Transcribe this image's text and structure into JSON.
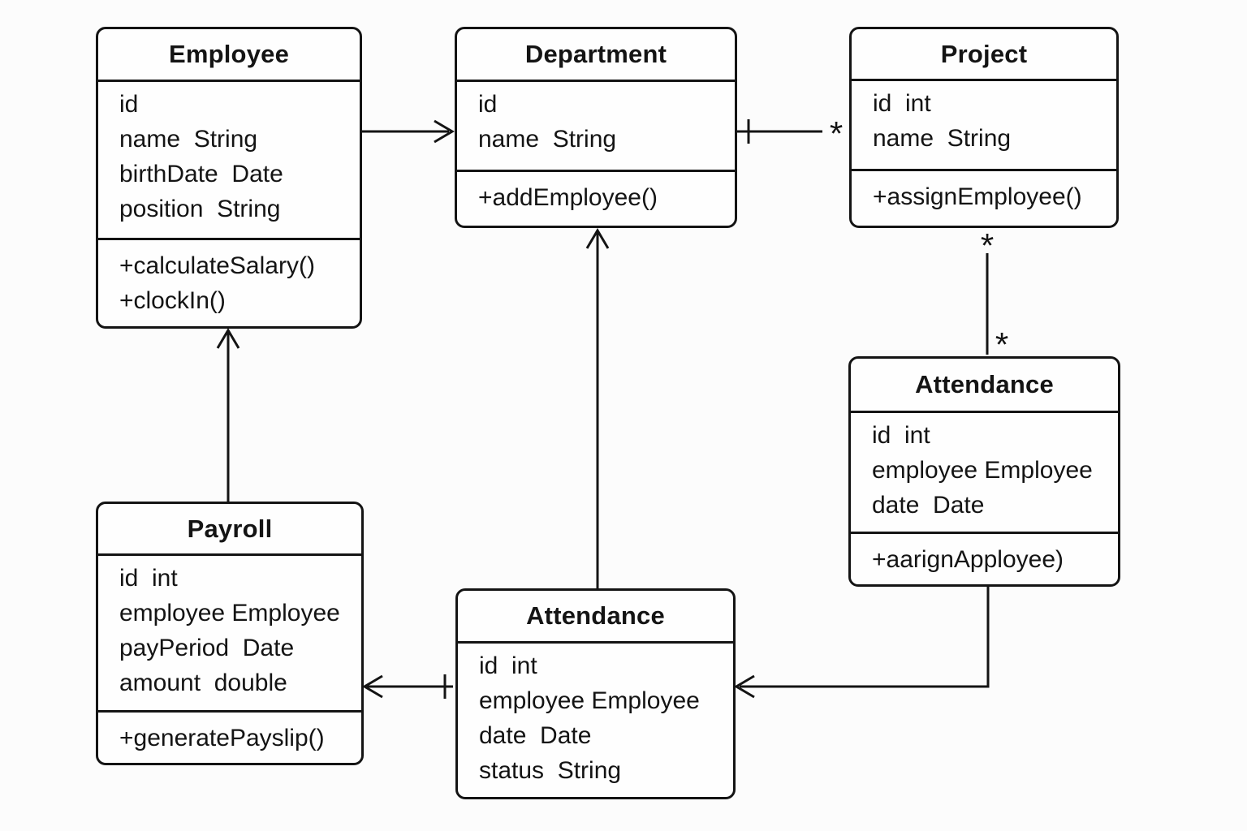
{
  "diagram": {
    "type": "uml-class-diagram",
    "background_color": "#fcfcfc",
    "line_color": "#141414",
    "classes": [
      {
        "key": "employee",
        "title": "Employee",
        "attributes": [
          "id",
          "name  String",
          "birthDate  Date",
          "position  String"
        ],
        "methods": [
          "+calculateSalary()",
          "+clockIn()"
        ]
      },
      {
        "key": "department",
        "title": "Department",
        "attributes": [
          "id",
          "name  String"
        ],
        "methods": [
          "+addEmployee()"
        ]
      },
      {
        "key": "project",
        "title": "Project",
        "attributes": [
          "id  int",
          "name  String"
        ],
        "methods": [
          "+assignEmployee()"
        ]
      },
      {
        "key": "attendance-right",
        "title": "Attendance",
        "attributes": [
          "id  int",
          "employee Employee",
          "date  Date"
        ],
        "methods": [
          "+aarignApployee)"
        ]
      },
      {
        "key": "payroll",
        "title": "Payroll",
        "attributes": [
          "id  int",
          "employee Employee",
          "payPeriod  Date",
          "amount  double"
        ],
        "methods": [
          "+generatePayslip()"
        ]
      },
      {
        "key": "attendance-bottom",
        "title": "Attendance",
        "attributes": [
          "id  int",
          "employee Employee",
          "date  Date",
          "status  String"
        ],
        "methods": []
      }
    ],
    "multiplicities": {
      "project_left_star": "*",
      "project_bottom_star": "*",
      "attendance_top_star": "*"
    },
    "relationships": [
      {
        "from": "Employee",
        "to": "Department",
        "marker": "open-arrow at Department"
      },
      {
        "from": "Department",
        "to": "Project",
        "marker": "1 tick at Department, * at Project"
      },
      {
        "from": "Project",
        "to": "Attendance (right)",
        "marker": "* at both ends"
      },
      {
        "from": "Attendance (bottom)",
        "to": "Department",
        "marker": "open-arrow at Department"
      },
      {
        "from": "Attendance (right)",
        "to": "Attendance (bottom)",
        "marker": "open-arrow at Attendance (bottom)"
      },
      {
        "from": "Payroll",
        "to": "Employee",
        "marker": "open-arrow at Employee"
      },
      {
        "from": "Attendance (bottom)",
        "to": "Payroll",
        "marker": "open-arrow at Payroll, 1 tick at Attendance"
      }
    ]
  }
}
